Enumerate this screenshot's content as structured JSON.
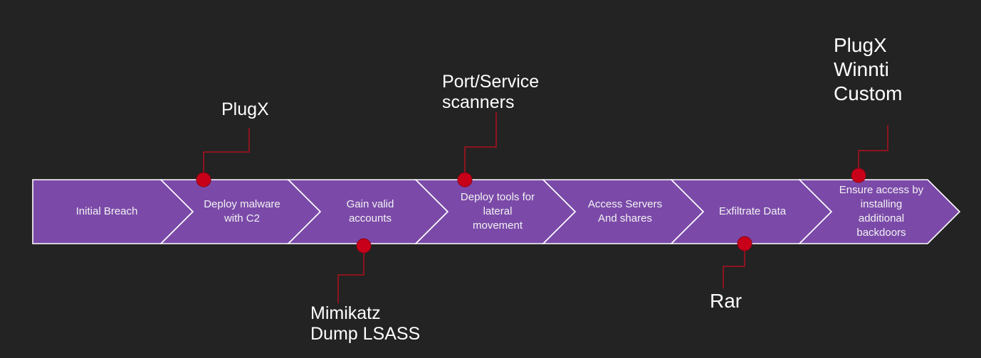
{
  "stages": [
    {
      "id": "initial-breach",
      "label": "Initial Breach"
    },
    {
      "id": "deploy-malware",
      "label": "Deploy malware\nwith C2"
    },
    {
      "id": "gain-valid-accounts",
      "label": "Gain valid\naccounts"
    },
    {
      "id": "deploy-tools",
      "label": "Deploy tools for\nlateral\nmovement"
    },
    {
      "id": "access-servers",
      "label": "Access  Servers\nAnd shares"
    },
    {
      "id": "exfiltrate-data",
      "label": "Exfiltrate Data"
    },
    {
      "id": "ensure-access",
      "label": "Ensure access by\ninstalling\nadditional\nbackdoors"
    }
  ],
  "tools": [
    {
      "id": "plugx",
      "stage": "deploy-malware",
      "position": "above",
      "label": "PlugX"
    },
    {
      "id": "mimikatz",
      "stage": "gain-valid-accounts",
      "position": "below",
      "label": "Mimikatz\nDump LSASS"
    },
    {
      "id": "port-scanners",
      "stage": "deploy-tools",
      "position": "above",
      "label": "Port/Service\nscanners"
    },
    {
      "id": "rar",
      "stage": "exfiltrate-data",
      "position": "below",
      "label": "Rar"
    },
    {
      "id": "backdoors",
      "stage": "ensure-access",
      "position": "above",
      "label": "PlugX\nWinnti\nCustom"
    }
  ],
  "colors": {
    "background": "#232323",
    "chevron_fill": "#7b4aa9",
    "chevron_stroke": "#ffffff",
    "marker": "#c8001a",
    "connector": "#b0101e",
    "text": "#ffffff"
  }
}
